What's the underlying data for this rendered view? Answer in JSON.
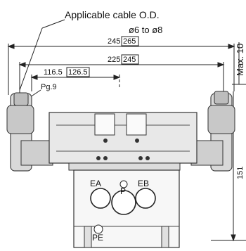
{
  "drawing": {
    "callout_label": "Applicable cable O.D.",
    "cable_od_range": "ø6 to ø8",
    "dim_overall": {
      "value": "245",
      "alt_value": "265"
    },
    "dim_mid": {
      "value": "225",
      "alt_value": "245"
    },
    "dim_half": {
      "value": "116.5",
      "alt_value": "126.5"
    },
    "conduit_thread": "Pg.9",
    "max_dim": "Max. 10",
    "height_dim": "151",
    "ports": {
      "ea": "EA",
      "eb": "EB",
      "p": "P",
      "pe": "PE"
    }
  }
}
